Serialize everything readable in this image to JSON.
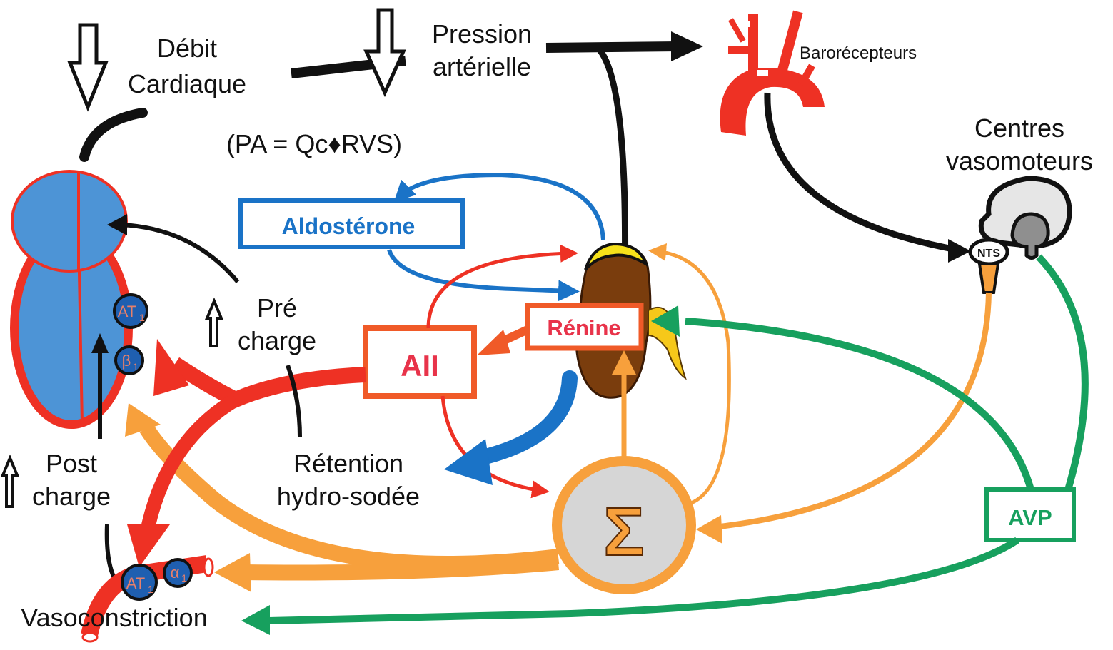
{
  "title": "Régulation de la pression artérielle",
  "colors": {
    "black": "#111111",
    "red": "#ee3124",
    "orange_red": "#f05a28",
    "blue": "#1a73c7",
    "heart_blue": "#4d94d6",
    "orange": "#f7a03c",
    "green": "#17a05e",
    "renin_text": "#e8334a",
    "kidney": "#7a3d0d",
    "adrenal_yellow": "#f6e11a",
    "sigma_fill": "#d6d6d6",
    "brain_light": "#e6e6e6",
    "brain_dark": "#8f8f8f",
    "receptor_fill": "#1f5fb0",
    "receptor_text": "#e8806a"
  },
  "labels": {
    "debit_line1": "Débit",
    "debit_line2": "Cardiaque",
    "pression_line1": "Pression",
    "pression_line2": "artérielle",
    "formula": "(PA = Qc♦RVS)",
    "barorecepteurs": "Barorécepteurs",
    "centres_line1": "Centres",
    "centres_line2": "vasomoteurs",
    "nts": "NTS",
    "aldosterone": "Aldostérone",
    "renine": "Rénine",
    "angiotensin": "AII",
    "pre_line1": "Pré",
    "pre_line2": "charge",
    "post_line1": "Post",
    "post_line2": "charge",
    "retention_line1": "Rétention",
    "retention_line2": "hydro-sodée",
    "sigma": "Σ",
    "avp": "AVP",
    "vasoconstriction": "Vasoconstriction"
  },
  "receptors": {
    "heart_at1": {
      "main": "AT",
      "sub": "1"
    },
    "heart_beta1": {
      "main": "β",
      "sub": "1"
    },
    "vessel_at1": {
      "main": "AT",
      "sub": "1"
    },
    "vessel_alpha1": {
      "main": "α",
      "sub": "1"
    }
  },
  "indicators": {
    "debit_cardiaque": "decrease",
    "pression_arterielle": "decrease",
    "precharge": "increase",
    "postcharge": "increase"
  }
}
